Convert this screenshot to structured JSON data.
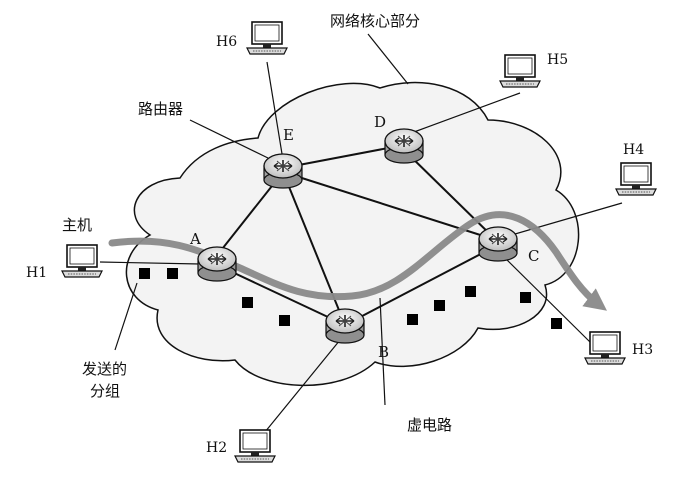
{
  "labels": {
    "network_core": "网络核心部分",
    "router": "路由器",
    "host": "主机",
    "sent_packets_line1": "发送的",
    "sent_packets_line2": "分组",
    "virtual_circuit": "虚电路"
  },
  "routers": {
    "A": "A",
    "B": "B",
    "C": "C",
    "D": "D",
    "E": "E"
  },
  "hosts": {
    "H1": "H1",
    "H2": "H2",
    "H3": "H3",
    "H4": "H4",
    "H5": "H5",
    "H6": "H6"
  },
  "colors": {
    "cloud_fill": "#f3f3f3",
    "line": "#111111",
    "virtual_circuit": "#8a8a8a",
    "packet": "#000000"
  }
}
